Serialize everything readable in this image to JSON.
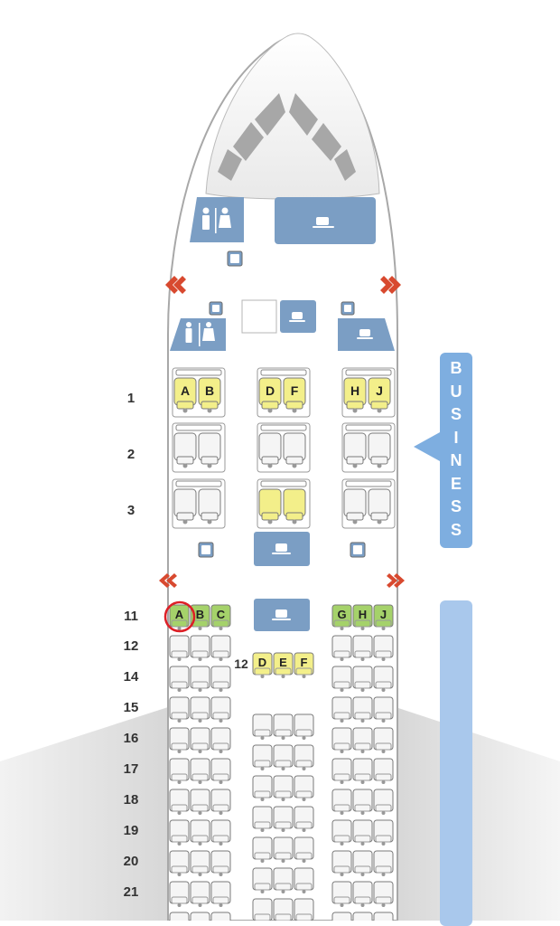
{
  "colors": {
    "business_seat": "#f3ef8a",
    "economy_comfort_seat": "#a5d26a",
    "standard_seat": "#f5f5f5",
    "facility": "#7b9ec4",
    "exit_arrow": "#d8492f",
    "cabin_label": "#7eaee0",
    "selected_ring": "#dd1f26"
  },
  "cabin": {
    "business_label_letters": [
      "B",
      "U",
      "S",
      "I",
      "N",
      "E",
      "S",
      "S"
    ]
  },
  "business": {
    "rows": [
      {
        "row": "1",
        "left": [
          "A",
          "B"
        ],
        "center": [
          "D",
          "F"
        ],
        "right": [
          "H",
          "J"
        ]
      },
      {
        "row": "2",
        "left": [
          "",
          ""
        ],
        "center": [
          "",
          ""
        ],
        "right": [
          "",
          ""
        ]
      },
      {
        "row": "3",
        "left": [
          "",
          ""
        ],
        "center": [
          "",
          ""
        ],
        "right": [
          "",
          ""
        ]
      }
    ]
  },
  "economy": {
    "first_row": {
      "row": "11",
      "left": [
        "A",
        "B",
        "C"
      ],
      "right": [
        "G",
        "H",
        "J"
      ]
    },
    "middle_first_row": {
      "row": "12",
      "seats": [
        "D",
        "E",
        "F"
      ]
    },
    "row_labels": [
      "12",
      "14",
      "15",
      "16",
      "17",
      "18",
      "19",
      "20",
      "21"
    ]
  },
  "selected_seat": "11A",
  "icons": [
    "lavatory-icon",
    "galley-cup-icon",
    "exit-arrow-icon",
    "closet-icon"
  ]
}
